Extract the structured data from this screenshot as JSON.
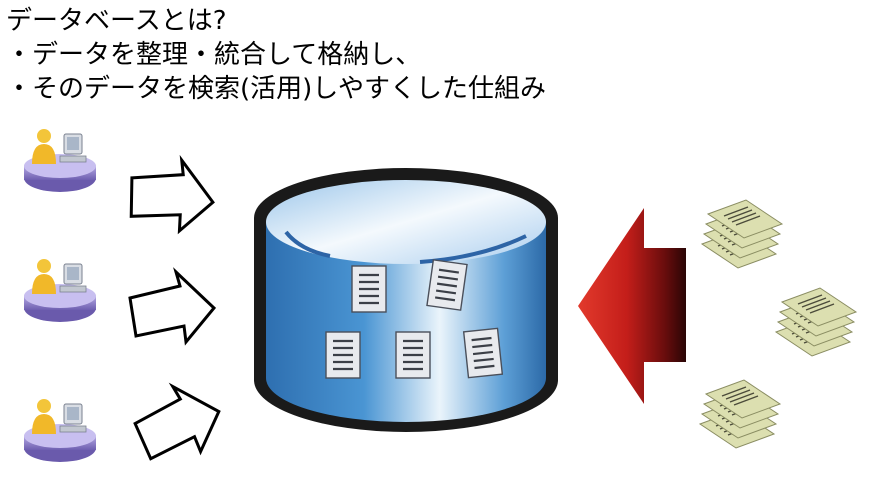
{
  "heading": {
    "title": "データベースとは?",
    "bullets": [
      "・データを整理・統合して格納し、",
      "・そのデータを検索(活用)しやすくした仕組み"
    ]
  },
  "colors": {
    "cylinder_outline": "#1a1a1a",
    "cylinder_body": "#3d86c6",
    "cylinder_highlight": "#e9f3fb",
    "input_arrow": "#d42b22",
    "document": "#dde0b2",
    "user_desk": "#8c7cc4",
    "user_person": "#f1c232"
  },
  "icons": {
    "users": "user-at-computer",
    "database": "database-cylinder",
    "documents": "paper-stack"
  }
}
